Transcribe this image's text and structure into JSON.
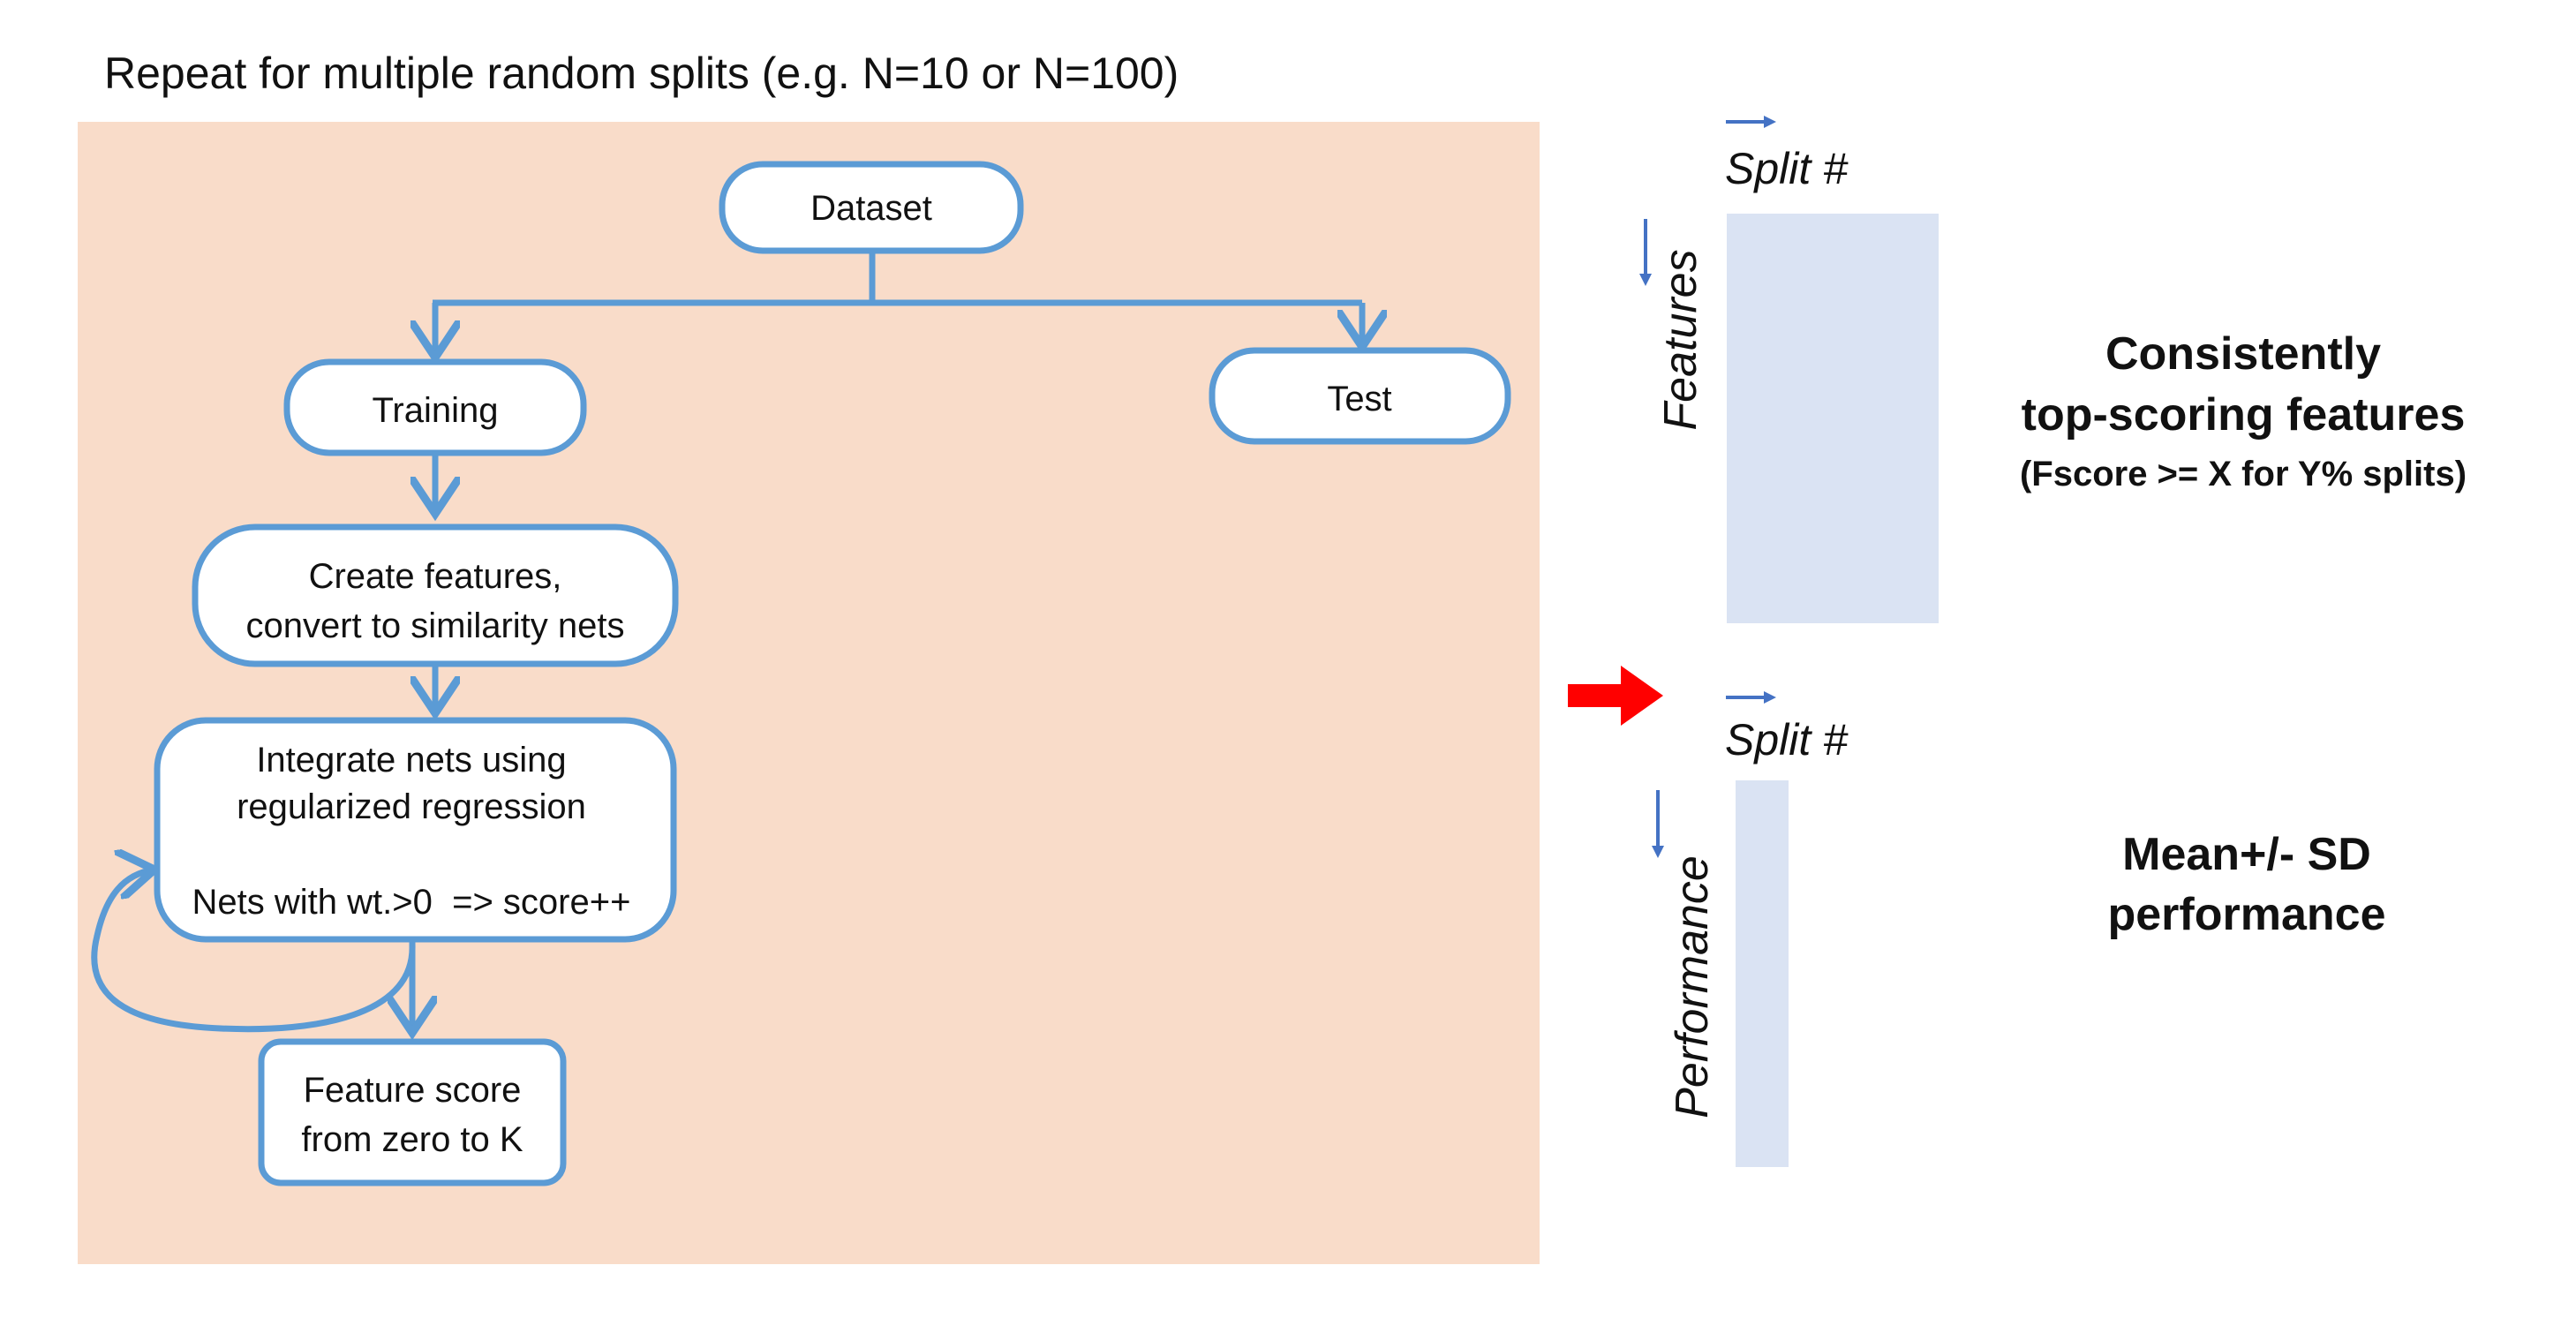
{
  "title": "Repeat for multiple random splits (e.g. N=10 or N=100)",
  "colors": {
    "panel_background": "#f9dcc9",
    "node_border": "#5b9bd5",
    "matrix_fill": "#dae3f3",
    "small_arrow": "#4472c4",
    "big_arrow": "#ff0000"
  },
  "nodes": {
    "dataset": {
      "lines": [
        "Dataset"
      ]
    },
    "training": {
      "lines": [
        "Training"
      ]
    },
    "test": {
      "lines": [
        "Test"
      ]
    },
    "create_features": {
      "lines": [
        "Create features,",
        "convert to similarity nets"
      ]
    },
    "integrate": {
      "lines": [
        "Integrate nets using",
        "regularized regression"
      ],
      "note": "Nets with wt.>0  => score++"
    },
    "feature_score": {
      "lines": [
        "Feature score",
        "from zero to K"
      ]
    }
  },
  "results": {
    "features_matrix": {
      "column_label": "Split #",
      "row_label": "Features",
      "summary_lines": [
        "Consistently",
        "top-scoring features"
      ],
      "summary_note": "(Fscore >= X for Y% splits)"
    },
    "performance_matrix": {
      "column_label": "Split #",
      "row_label": "Performance",
      "summary_lines": [
        "Mean+/- SD",
        "performance"
      ]
    }
  }
}
